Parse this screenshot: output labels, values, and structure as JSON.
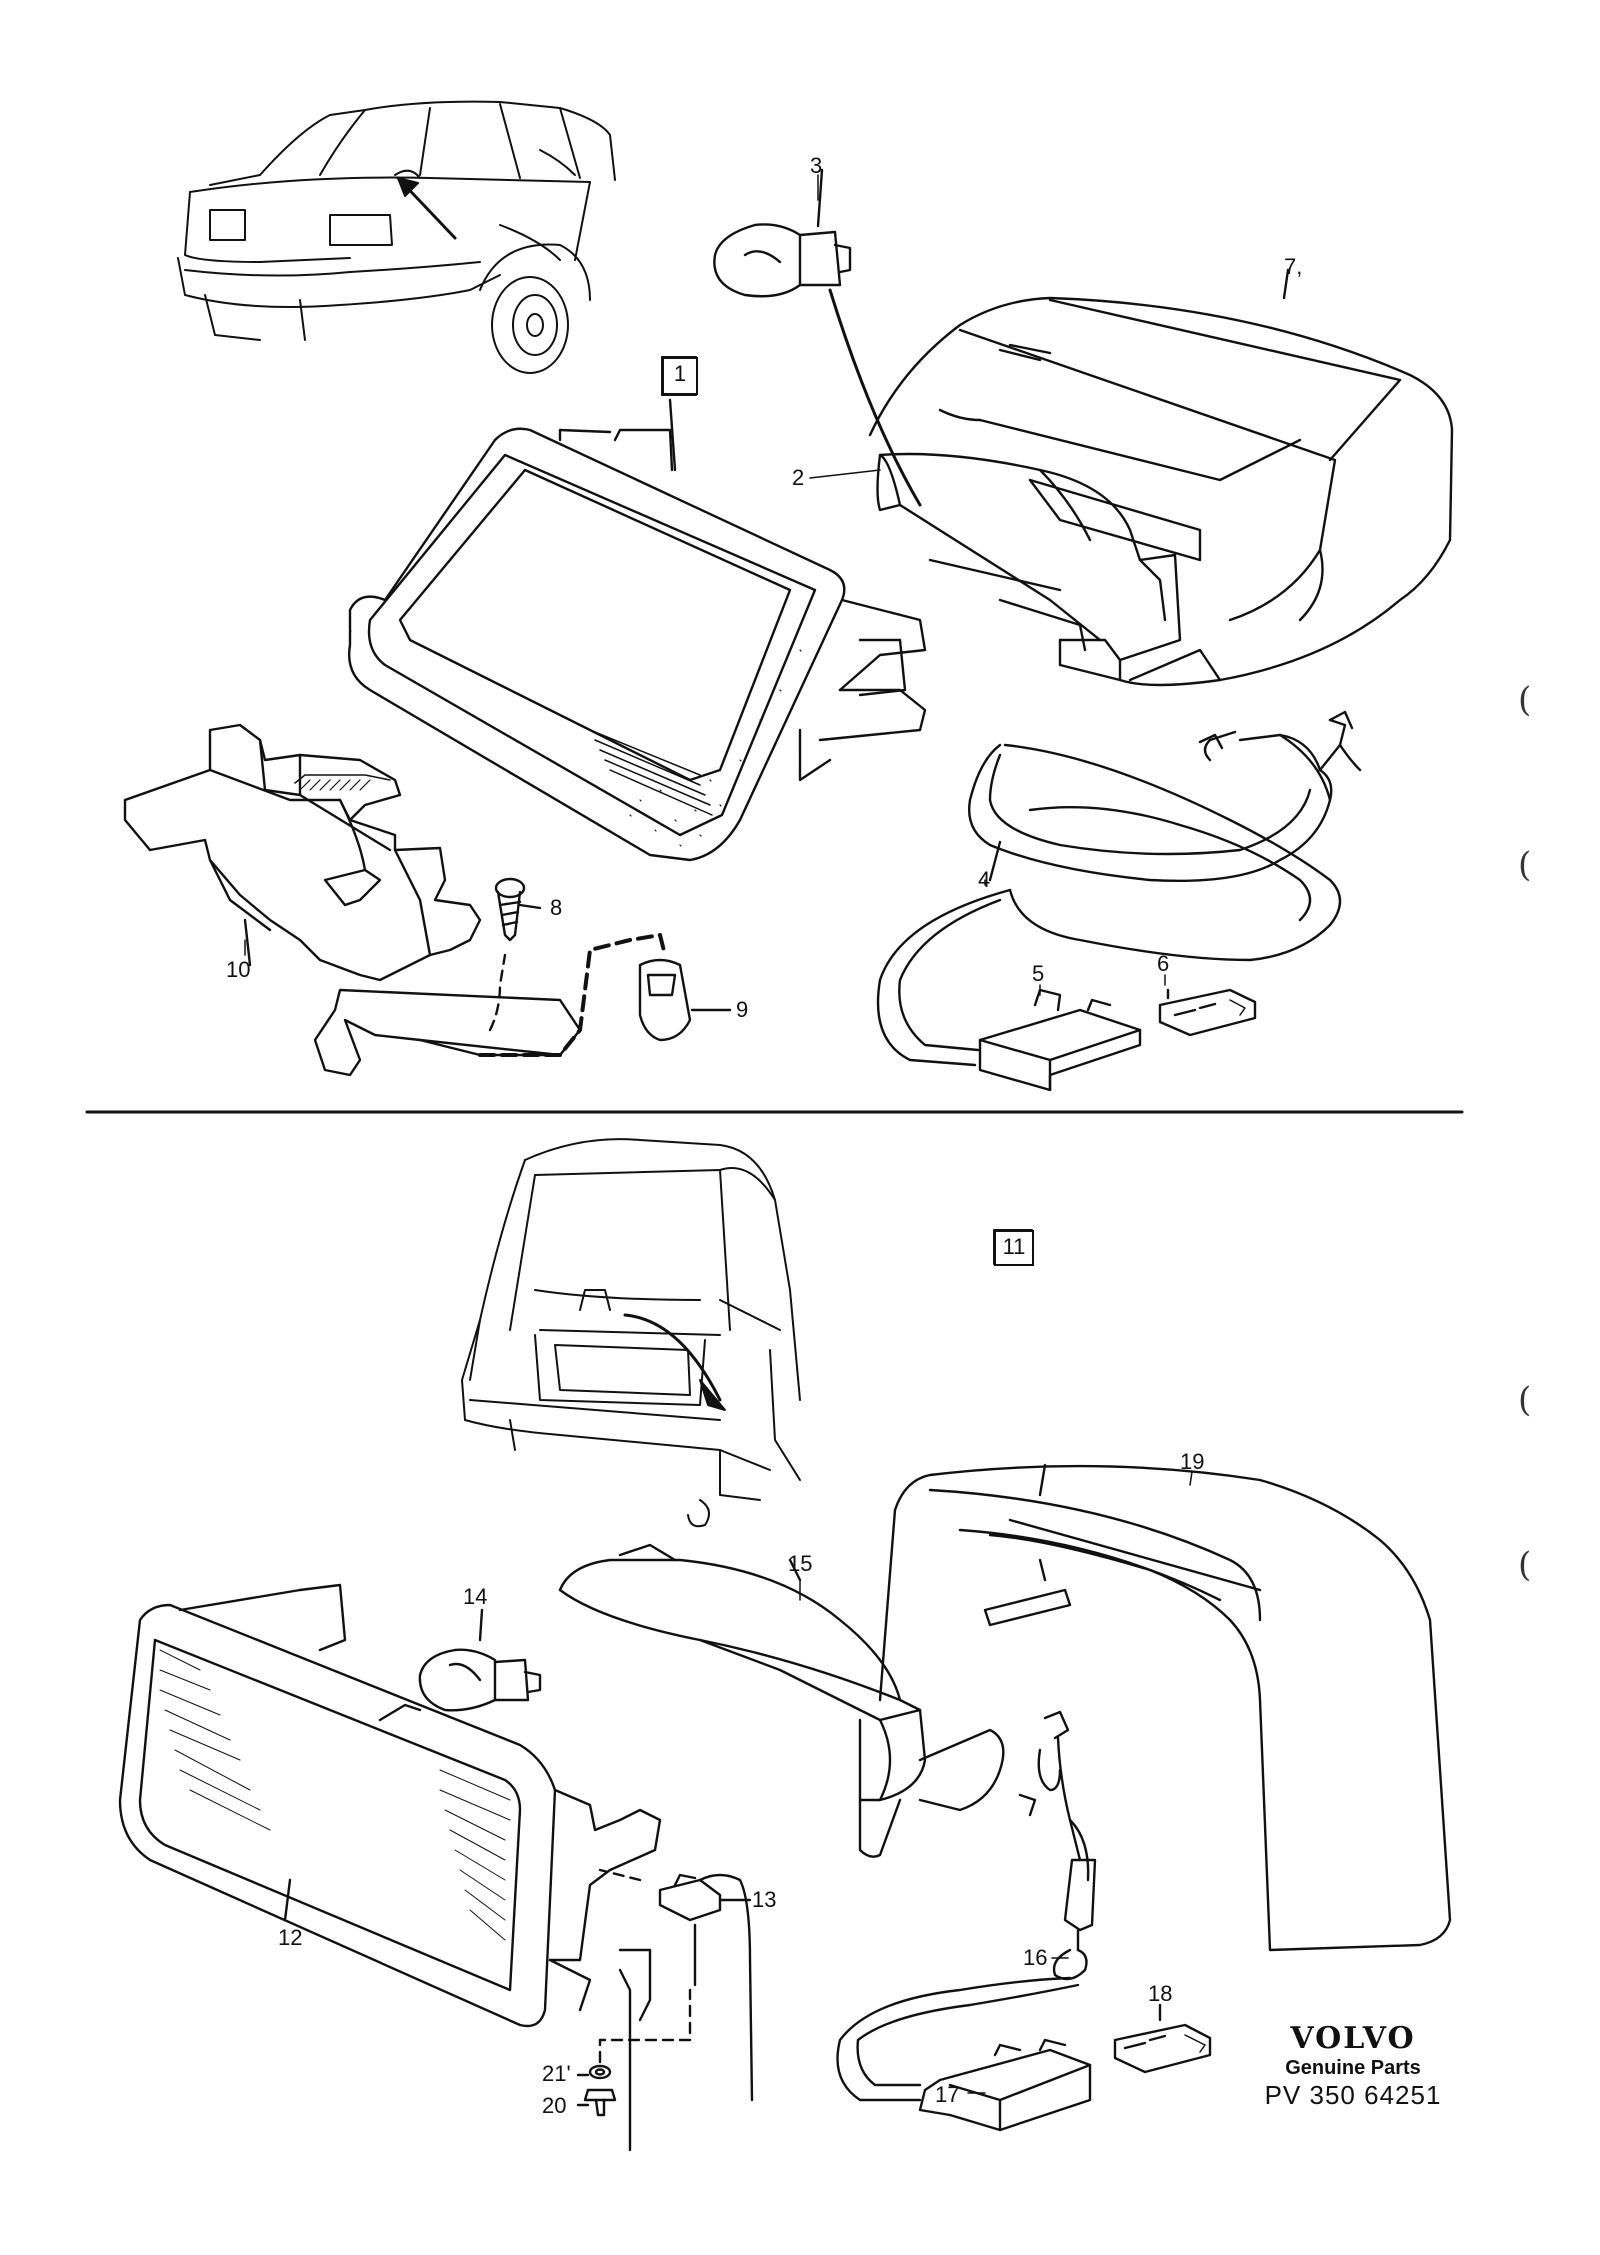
{
  "group_labels": {
    "upper": "1",
    "lower": "11"
  },
  "callouts": {
    "c2": "2",
    "c3": "3",
    "c4": "4",
    "c5": "5",
    "c6": "6",
    "c7": "7,",
    "c8": "8",
    "c9": "9",
    "c10": "10",
    "c12": "12",
    "c13": "13",
    "c14": "14",
    "c15": "15",
    "c16": "16",
    "c17": "17",
    "c18": "18",
    "c19": "19",
    "c20": "20",
    "c21": "21'"
  },
  "brand": {
    "logo": "VOLVO",
    "subtitle": "Genuine Parts",
    "code": "PV 350 64251"
  },
  "margin_marks": [
    "(",
    "(",
    "(",
    "("
  ]
}
